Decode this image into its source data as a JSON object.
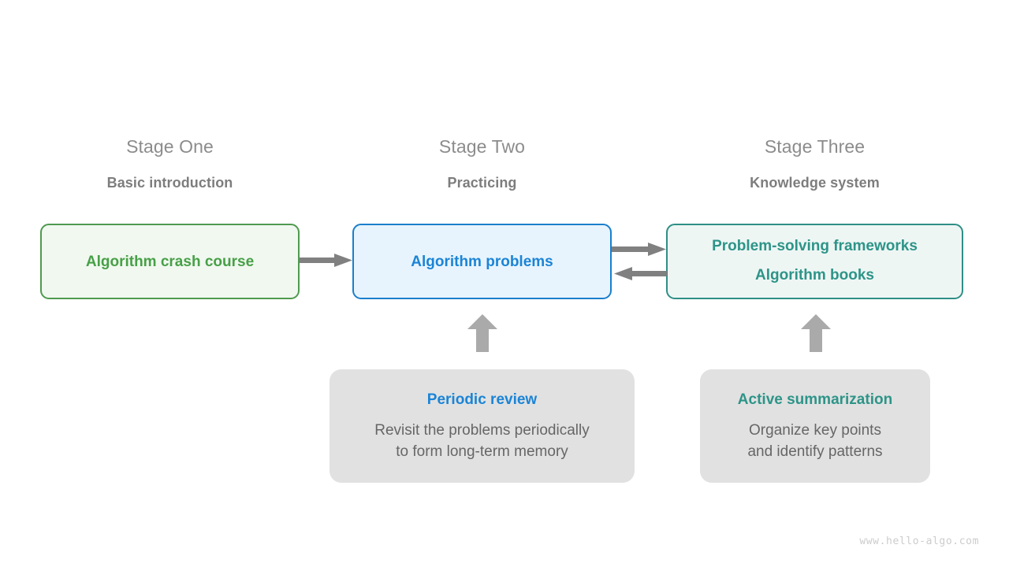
{
  "diagram": {
    "watermark": "www.hello-algo.com",
    "colors": {
      "green": "#47a047",
      "green_fill": "#f1f8f0",
      "green_border": "#4f9a4f",
      "blue": "#1b84d6",
      "blue_fill": "#e8f4fd",
      "blue_border": "#1a7fcc",
      "teal": "#2d9488",
      "teal_fill": "#eef6f4",
      "teal_border": "#2e8f86",
      "note_fill": "#e1e1e1",
      "arrow_gray": "#808080",
      "block_arrow_gray": "#aaaaaa",
      "title_gray": "#8c8c8c",
      "subtitle_gray": "#7d7d7d",
      "body_gray": "#666666"
    },
    "stages": [
      {
        "title": "Stage One",
        "subtitle": "Basic introduction",
        "box_lines": [
          "Algorithm crash course"
        ]
      },
      {
        "title": "Stage Two",
        "subtitle": "Practicing",
        "box_lines": [
          "Algorithm problems"
        ]
      },
      {
        "title": "Stage Three",
        "subtitle": "Knowledge system",
        "box_lines": [
          "Problem-solving frameworks",
          "Algorithm books"
        ]
      }
    ],
    "notes": [
      {
        "title": "Periodic review",
        "lines": [
          "Revisit the problems periodically",
          "to form long-term memory"
        ]
      },
      {
        "title": "Active summarization",
        "lines": [
          "Organize key points",
          "and identify patterns"
        ]
      }
    ]
  }
}
